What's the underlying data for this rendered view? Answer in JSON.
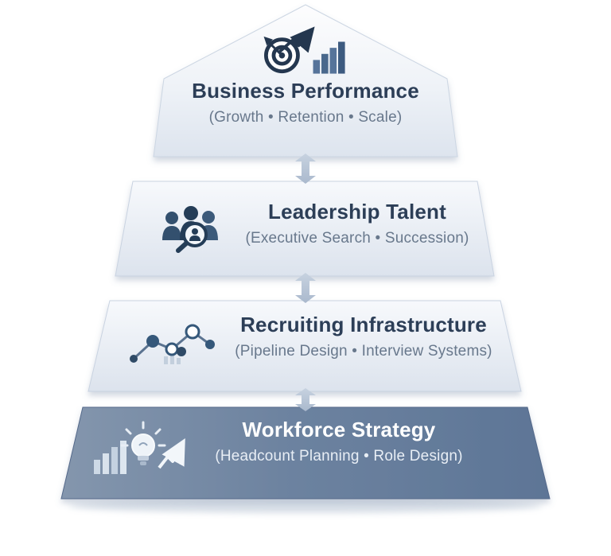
{
  "diagram": {
    "type": "pyramid",
    "tiers": [
      {
        "id": "business-performance",
        "title": "Business Performance",
        "subtitle": "(Growth • Retention • Scale)",
        "icon": "target-growth-chart-icon"
      },
      {
        "id": "leadership-talent",
        "title": "Leadership Talent",
        "subtitle": "(Executive Search • Succession)",
        "icon": "team-magnifier-icon"
      },
      {
        "id": "recruiting-infrastructure",
        "title": "Recruiting Infrastructure",
        "subtitle": "(Pipeline Design • Interview Systems)",
        "icon": "pipeline-network-icon"
      },
      {
        "id": "workforce-strategy",
        "title": "Workforce Strategy",
        "subtitle": "(Headcount Planning • Role Design)",
        "icon": "lightbulb-bars-arrow-icon"
      }
    ],
    "connectors": [
      {
        "between": [
          "workforce-strategy",
          "recruiting-infrastructure"
        ],
        "style": "double-arrow"
      },
      {
        "between": [
          "recruiting-infrastructure",
          "leadership-talent"
        ],
        "style": "double-arrow"
      },
      {
        "between": [
          "leadership-talent",
          "business-performance"
        ],
        "style": "double-arrow"
      }
    ],
    "colors": {
      "tier_light_top": "#f7f9fc",
      "tier_light_bottom": "#dce3ed",
      "tier_dark_left": "#8496ad",
      "tier_dark_right": "#5d7596",
      "title_text": "#2c3e57",
      "subtitle_text": "#68788c",
      "dark_title_text": "#ffffff",
      "dark_subtitle_text": "#e8eef5",
      "arrow": "#b9c7d8",
      "icon_navy": "#24374f"
    }
  }
}
